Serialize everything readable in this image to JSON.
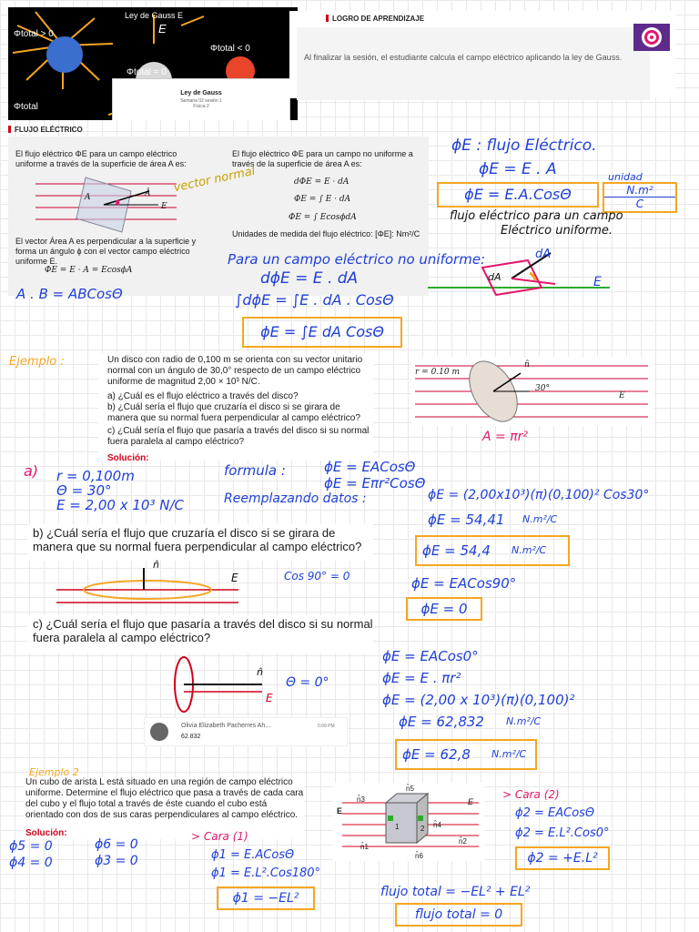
{
  "cover": {
    "title": "Ley de Gauss E",
    "phi_pos": "Φtotal > 0",
    "phi_neg": "Φtotal < 0",
    "phi_zero": "Φtotal = 0",
    "phi_bottom": "Φtotal",
    "e_vec": "E",
    "card_title": "Ley de Gauss",
    "card_sub1": "Semana 02 sesión 1",
    "card_sub2": "Física 2"
  },
  "learning": {
    "header": "LOGRO DE APRENDIZAJE",
    "text": "Al finalizar la sesión, el estudiante calcula el campo eléctrico aplicando la ley de Gauss."
  },
  "flux": {
    "header": "FLUJO ELÉCTRICO",
    "col1_p1": "El flujo eléctrico ΦE para un campo eléctrico uniforme a través de la superficie de área A es:",
    "col1_p2": "El vector Área A es perpendicular a la superficie y forma un ángulo ϕ con el vector campo eléctrico uniforme E.",
    "col1_eq": "ΦE = E · A = EcosϕA",
    "col2_p1": "El flujo eléctrico ΦE para un campo no uniforme a través de la superficie de área A es:",
    "col2_eq1": "dΦE = E · dA",
    "col2_eq2": "ΦE = ∫ E · dA",
    "col2_eq3": "ΦE = ∫ EcosϕdA",
    "units": "Unidades de medida del flujo eléctrico: [ΦE]: Nm²/C",
    "fig_A": "A",
    "fig_phi": "ϕ",
    "fig_E": "E",
    "fig_nhat": "Â"
  },
  "notes": {
    "vector_normal": "vector normal",
    "phi_def": "ϕE : flujo Eléctrico.",
    "phi_EA": "ϕE = E . A",
    "phi_box": "ϕE = E.A.CosΘ",
    "unidad": "unidad",
    "unit_box_top": "N.m²",
    "unit_box_bot": "C",
    "flujo_uniforme1": "flujo eléctrico para un campo",
    "flujo_uniforme2": "Eléctrico uniforme.",
    "no_uniforme": "Para un campo eléctrico no uniforme:",
    "dphi": "dϕE = E . dA",
    "integral": "∫dϕE = ∫E . dA . CosΘ",
    "int_box": "ϕE = ∫E dA CosΘ",
    "AB": "A . B = ABCosΘ",
    "dA_label": "dA",
    "dA_label2": "dA",
    "E_label": "E"
  },
  "ex1": {
    "tag": "Ejemplo :",
    "statement": "Un disco con radio de 0,100 m se orienta con su vector unitario normal con un ángulo de 30,0° respecto de un campo eléctrico uniforme de magnitud 2,00 × 10³ N/C.",
    "qa": "a) ¿Cuál es el flujo eléctrico a través del disco?",
    "qb": "b) ¿Cuál sería el flujo que cruzaría el disco si se girara de manera que su normal fuera perpendicular al campo eléctrico?",
    "qc": "c) ¿Cuál sería el flujo que pasaría a través del disco si su normal fuera paralela al campo eléctrico?",
    "solucion": "Solución:",
    "fig_r": "r = 0.10 m",
    "fig_n": "n̂",
    "fig_ang": "30°",
    "fig_E": "E",
    "area": "A = πr²"
  },
  "sol_a": {
    "label": "a)",
    "r": "r = 0,100m",
    "theta": "Θ = 30°",
    "E": "E = 2,00 x 10³ N/C",
    "formula_lbl": "formula :",
    "f1": "ϕE = EACosΘ",
    "f2": "ϕE = Eπr²CosΘ",
    "reemplazando": "Reemplazando datos :",
    "calc": "ϕE = (2,00x10³)(π)(0,100)² Cos30°",
    "result": "ϕE = 54,41",
    "result_unit": "N.m²/C",
    "box": "ϕE = 54,4",
    "box_unit": "N.m²/C"
  },
  "sol_b": {
    "question": "b) ¿Cuál sería el flujo que cruzaría el disco si se girara de manera que su normal fuera perpendicular al campo eléctrico?",
    "cos90": "Cos 90° = 0",
    "f": "ϕE = EACos90°",
    "box": "ϕE = 0",
    "fig_n": "n̂",
    "fig_E": "E"
  },
  "sol_c": {
    "question": "c) ¿Cuál sería el flujo que pasaría a través del disco si su normal fuera paralela al campo eléctrico?",
    "theta": "Θ = 0°",
    "f1": "ϕE = EACos0°",
    "f2": "ϕE = E . πr²",
    "f3": "ϕE = (2,00 x 10³)(π)(0,100)²",
    "f4": "ϕE = 62,832",
    "f4_unit": "N.m²/C",
    "box": "ϕE = 62,8",
    "box_unit": "N.m²/C",
    "fig_n": "n̂",
    "fig_E": "E",
    "chat_name": "Olivia Elizabeth Pacherres Ah...",
    "chat_time": "5:09 PM",
    "chat_msg": "62.832"
  },
  "ex2": {
    "tag": "Ejemplo 2",
    "statement": "Un cubo de arista L está situado en una región de campo eléctrico uniforme. Determine el flujo eléctrico que pasa a través de cada cara del cubo y el flujo total a través de éste cuando el cubo está orientado con dos de sus caras perpendiculares al campo eléctrico.",
    "solucion": "Solución:",
    "phi5": "ϕ5 = 0",
    "phi6": "ϕ6 = 0",
    "phi4": "ϕ4 = 0",
    "phi3": "ϕ3 = 0",
    "cara1": "> Cara (1)",
    "c1a": "ϕ1 = E.ACosΘ",
    "c1b": "ϕ1 = E.L².Cos180°",
    "c1box": "ϕ1 = −EL²",
    "cara2": "> Cara (2)",
    "c2a": "ϕ2 = EACosΘ",
    "c2b": "ϕ2 = E.L².Cos0°",
    "c2box": "ϕ2 = +E.L²",
    "total": "flujo total = −EL² + EL²",
    "total_box": "flujo total = 0",
    "fig_E1": "E",
    "fig_E2": "E",
    "n1": "n̂1",
    "n2": "n̂2",
    "n3": "n̂3",
    "n4": "n̂4",
    "n5": "n̂5",
    "n6": "n̂6",
    "f1": "1",
    "f2": "2"
  }
}
